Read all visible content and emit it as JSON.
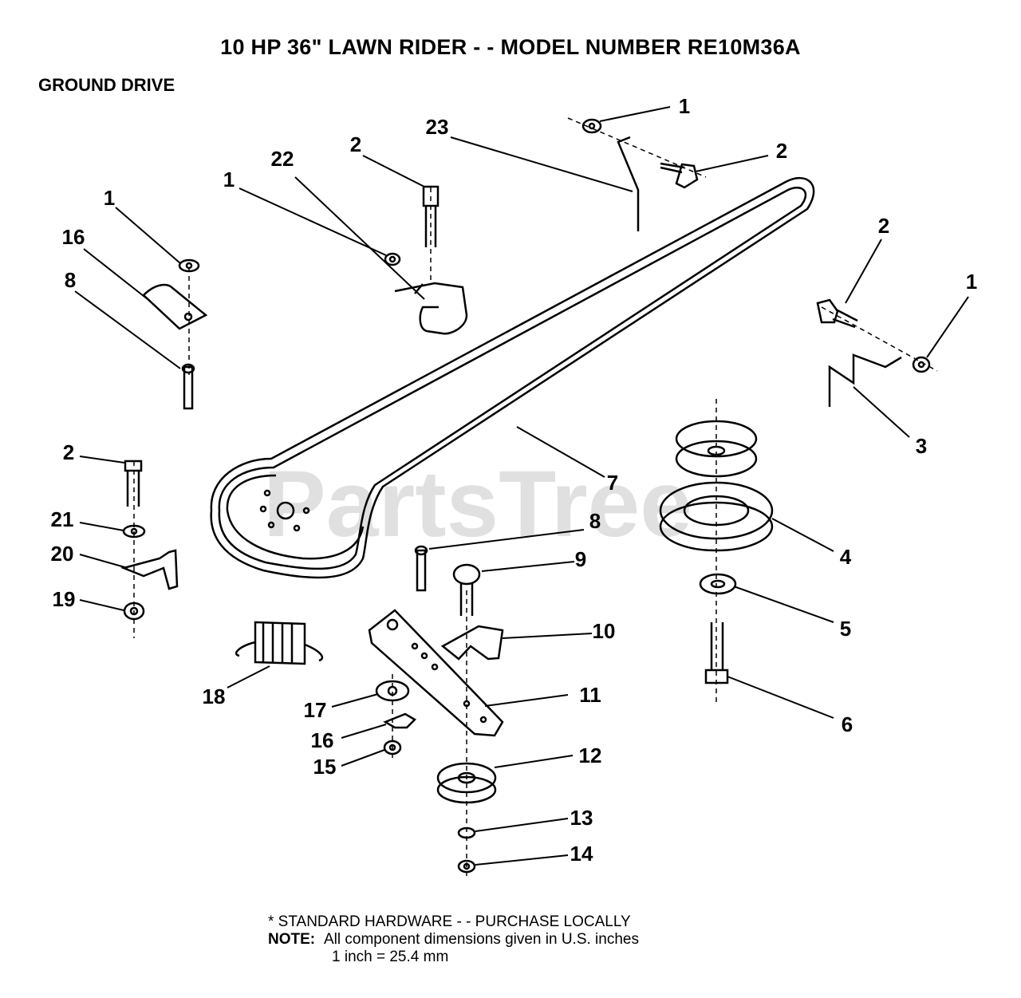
{
  "title": "10 HP 36\" LAWN RIDER - - MODEL NUMBER RE10M36A",
  "section": "GROUND DRIVE",
  "watermark": "PartsTree",
  "labels": {
    "l1a": "1",
    "l1b": "1",
    "l1c": "1",
    "l1d": "1",
    "l2a": "2",
    "l2b": "2",
    "l2c": "2",
    "l2d": "2",
    "l3": "3",
    "l4": "4",
    "l5": "5",
    "l6": "6",
    "l7": "7",
    "l8a": "8",
    "l8b": "8",
    "l9": "9",
    "l10": "10",
    "l11": "11",
    "l12": "12",
    "l13": "13",
    "l14": "14",
    "l15": "15",
    "l16a": "16",
    "l16b": "16",
    "l17": "17",
    "l18": "18",
    "l19": "19",
    "l20": "20",
    "l21": "21",
    "l22": "22",
    "l23": "23"
  },
  "footer": {
    "standard_hardware": "* STANDARD HARDWARE - - PURCHASE LOCALLY",
    "note_label": "NOTE:",
    "note_text": "All component dimensions given in U.S. inches",
    "conversion": "1 inch = 25.4 mm"
  }
}
